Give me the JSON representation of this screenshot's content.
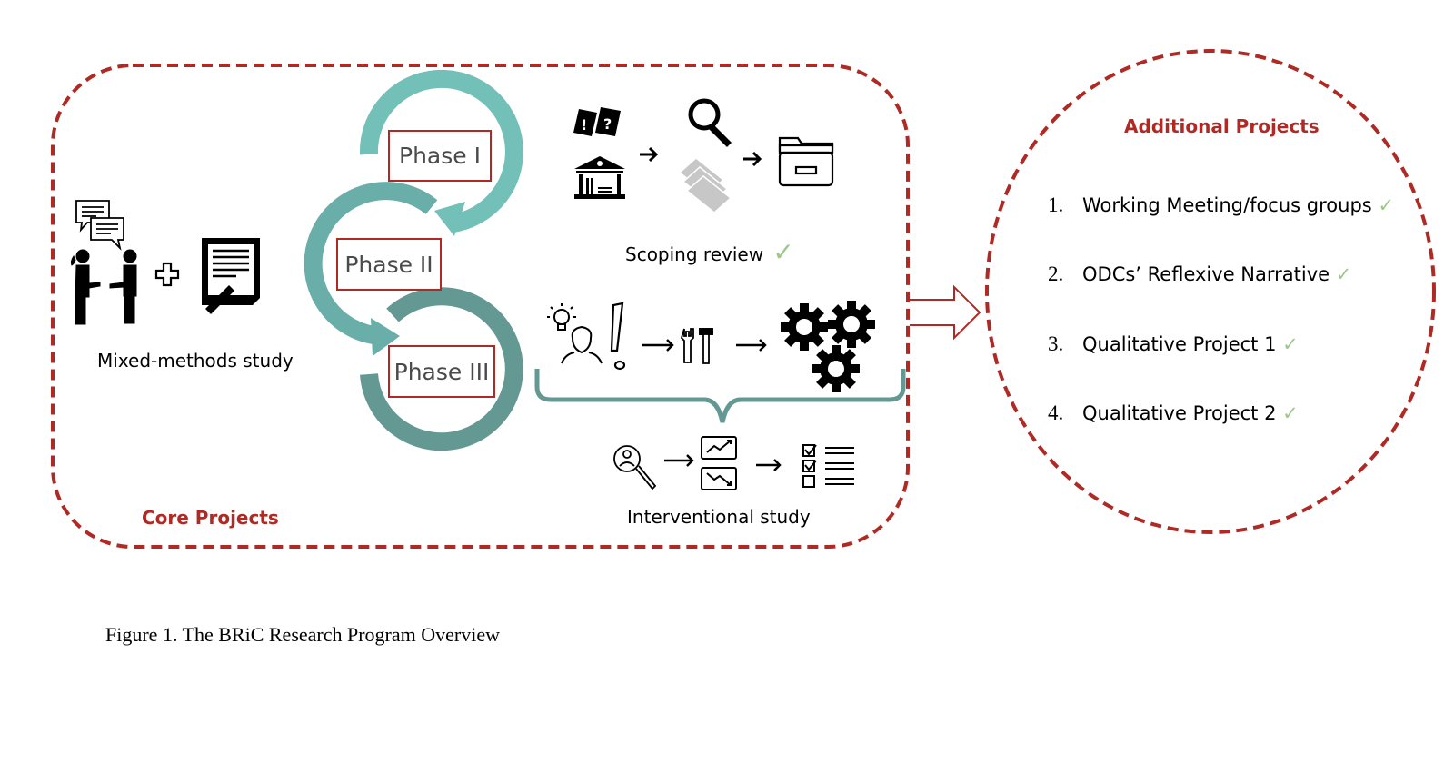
{
  "colors": {
    "accent_red": "#b02a25",
    "teal_light": "#72c0b8",
    "teal_mid": "#6aaea9",
    "teal_dark": "#649993",
    "check_green": "#9cc98a"
  },
  "core": {
    "title": "Core Projects",
    "mixed_methods": {
      "label": "Mixed-methods study",
      "icons": [
        "speech-bubbles-icon",
        "two-people-handshake-icon",
        "plus-icon",
        "document-pencil-icon"
      ]
    },
    "phases": [
      {
        "label": "Phase I"
      },
      {
        "label": "Phase II"
      },
      {
        "label": "Phase III"
      }
    ],
    "scoping_review": {
      "label": "Scoping review",
      "status": "✓",
      "icons": [
        "question-cards-icon",
        "library-icon",
        "arrow-right-icon",
        "magnifier-icon",
        "stacked-papers-icon",
        "arrow-right-icon",
        "file-cabinet-icon"
      ]
    },
    "interventional": {
      "label": "Interventional study",
      "icons_top": [
        "person-idea-icon",
        "exclamation-icon",
        "arrow-right-icon",
        "tools-icon",
        "arrow-right-icon",
        "gears-icon"
      ],
      "icons_bottom": [
        "person-search-icon",
        "arrow-right-icon",
        "trend-charts-icon",
        "arrow-right-icon",
        "checklist-icon"
      ]
    }
  },
  "additional": {
    "title": "Additional Projects",
    "items": [
      {
        "num": "1.",
        "label": "Working Meeting/focus groups",
        "status": "✓"
      },
      {
        "num": "2.",
        "label": "ODCs’ Reflexive Narrative",
        "status": "✓"
      },
      {
        "num": "3.",
        "label": "Qualitative Project 1",
        "status": "✓"
      },
      {
        "num": "4.",
        "label": "Qualitative Project 2",
        "status": "✓"
      }
    ]
  },
  "caption": "Figure 1.  The BRiC Research Program Overview"
}
